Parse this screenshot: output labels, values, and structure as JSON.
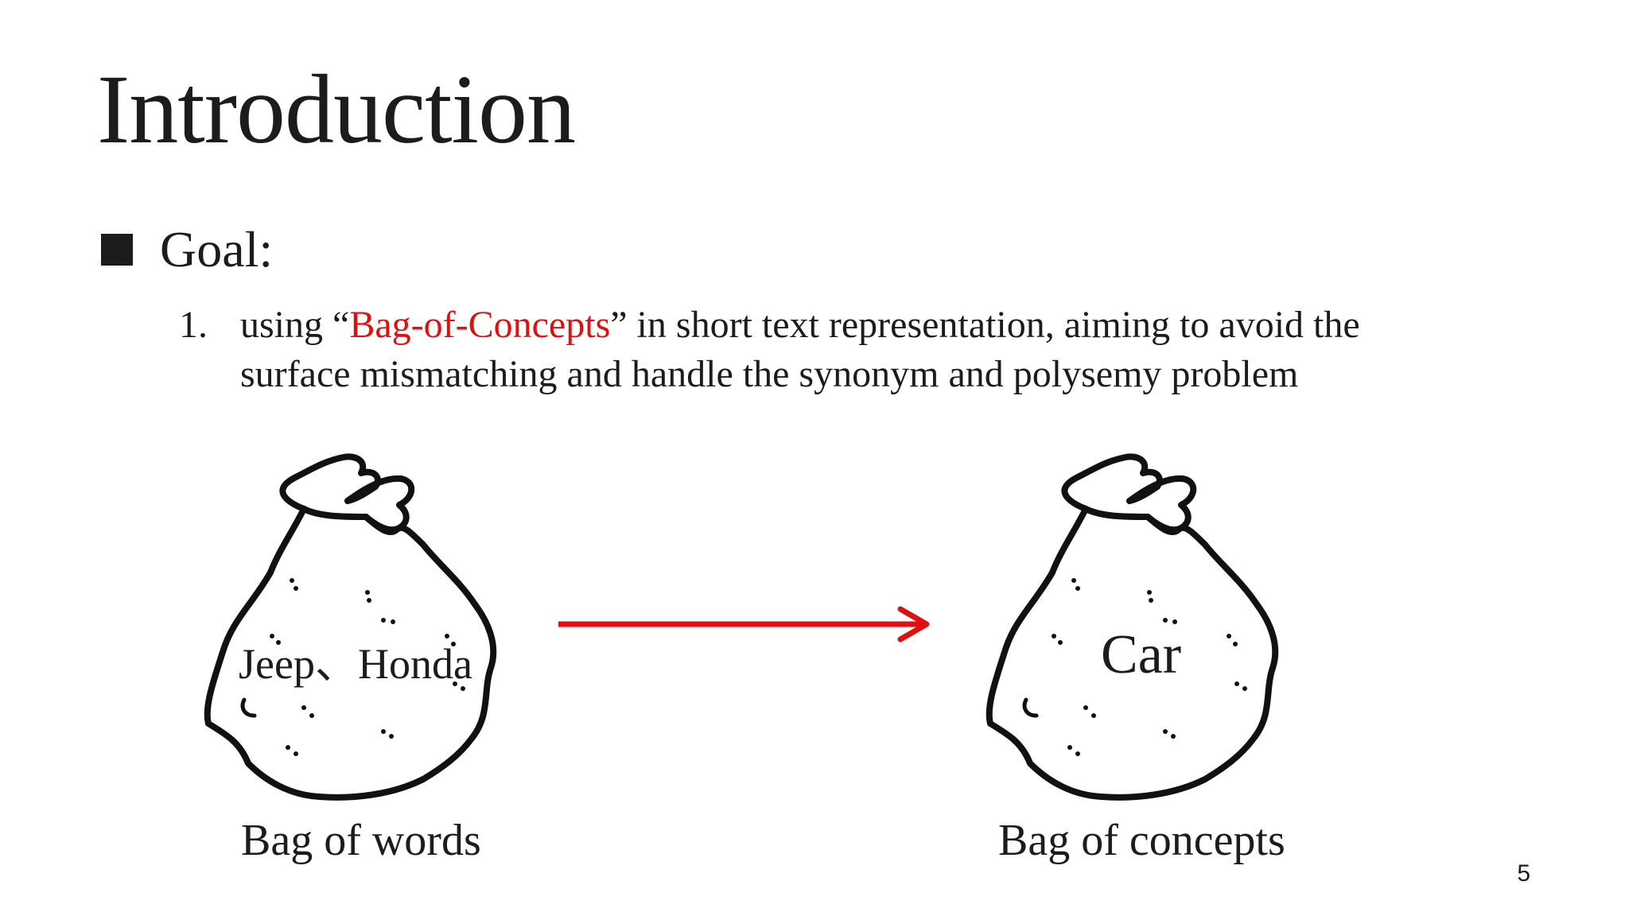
{
  "slide": {
    "title": "Introduction",
    "bullet_label": "Goal:",
    "item_number": "1.",
    "item_text_before": "using “",
    "item_text_highlight": "Bag-of-Concepts",
    "item_text_after": "” in short text representation, aiming to avoid the surface mismatching and handle the synonym and polysemy problem",
    "left_bag_text": "Jeep、Honda",
    "right_bag_text": "Car",
    "left_caption": "Bag of words",
    "right_caption": "Bag of concepts",
    "page_number": "5"
  },
  "colors": {
    "highlight": "#e01010",
    "arrow": "#e01010",
    "text": "#1c1c1c"
  },
  "icons": {
    "bullet": "square-bullet-icon",
    "bag": "sack-bag-icon",
    "arrow": "right-arrow-icon"
  }
}
